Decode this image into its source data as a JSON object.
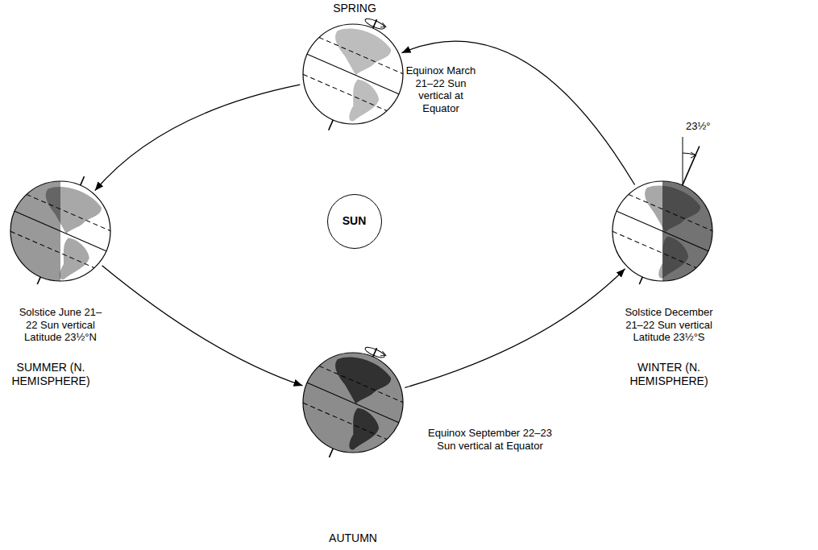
{
  "diagram": {
    "nodes": [
      {
        "text": [
          "SPRING",
          "Equinox March 21–22 Sun vertical at Equator"
        ]
      },
      {
        "text": [
          "Solstice June 21–22 Sun vertical Latitude 23½°N",
          "SUMMER (N. HEMISPHERE)"
        ]
      },
      {
        "text": [
          "SUN"
        ]
      },
      {
        "text": [
          "Solstice December 21–22 Sun vertical Latitude 23½°S",
          "WINTER (N. HEMISPHERE)"
        ]
      },
      {
        "text": [
          "Equinox September 22–23 Sun vertical at Equator",
          "AUTUMN"
        ]
      }
    ],
    "edges": [
      {
        "from": 0,
        "to": 1,
        "arrow": "to"
      },
      {
        "from": 1,
        "to": 4,
        "arrow": "to"
      },
      {
        "from": 4,
        "to": 3,
        "arrow": "to"
      },
      {
        "from": 3,
        "to": 0,
        "arrow": "to"
      }
    ],
    "labels": [
      "23½°"
    ]
  }
}
